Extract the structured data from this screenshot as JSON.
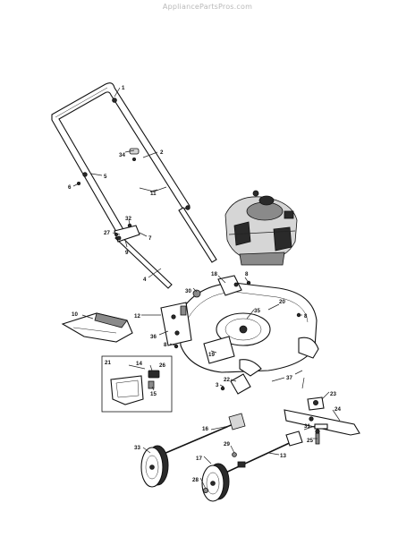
{
  "watermark": "AppliancePartsPros.com",
  "callouts": {
    "c1": "1",
    "c2": "2",
    "c34": "34",
    "c5": "5",
    "c6": "6",
    "c11": "11",
    "c32": "32",
    "c27": "27",
    "c7": "7",
    "c9": "9",
    "c4": "4",
    "c18": "18",
    "c8a": "8",
    "c30": "30",
    "c20": "20",
    "c8b": "8",
    "c35": "35",
    "c10": "10",
    "c12": "12",
    "c36": "36",
    "c8c": "8",
    "c19": "19",
    "c21": "21",
    "c14": "14",
    "c26": "26",
    "c15": "15",
    "c3": "3",
    "c22": "22",
    "c37": "37",
    "c23": "23",
    "c24": "24",
    "c16": "16",
    "c31": "31",
    "c25": "25",
    "c33": "33",
    "c29": "29",
    "c17": "17",
    "c13": "13",
    "c28": "28"
  }
}
